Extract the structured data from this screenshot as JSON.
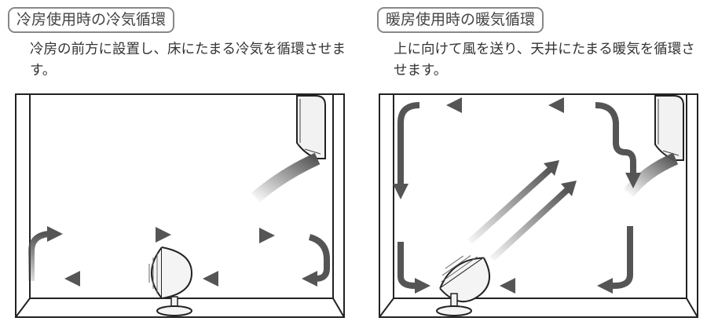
{
  "cooling": {
    "title": "冷房使用時の冷気循環",
    "description": "冷房の前方に設置し、床にたまる冷気を循環させます。"
  },
  "heating": {
    "title": "暖房使用時の暖気循環",
    "description": "上に向けて風を送り、天井にたまる暖気を循環させます。"
  },
  "icons": {
    "cooling_air_conditioner": "wall-air-conditioner-icon",
    "cooling_fan": "circulator-fan-icon",
    "heating_air_conditioner": "wall-air-conditioner-icon",
    "heating_fan": "circulator-fan-icon"
  },
  "colors": {
    "arrow": "#555555",
    "line": "#222222",
    "fan_body": "#f4f4f4"
  }
}
